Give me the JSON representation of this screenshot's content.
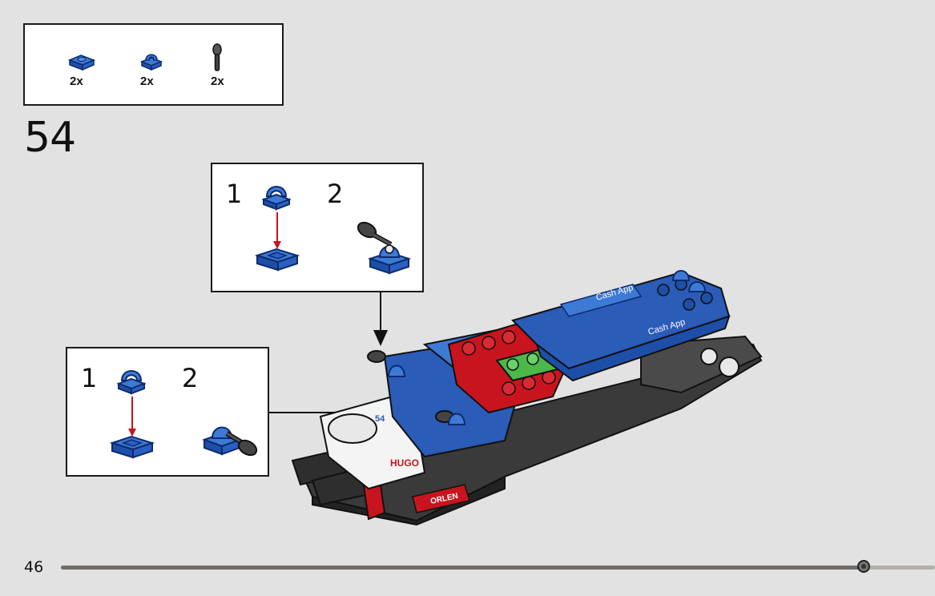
{
  "parts_list": {
    "items": [
      {
        "icon": "blue-plate-1x1-icon",
        "quantity": "2x"
      },
      {
        "icon": "blue-clip-plate-icon",
        "quantity": "2x"
      },
      {
        "icon": "black-mirror-icon",
        "quantity": "2x"
      }
    ]
  },
  "step": {
    "number": "54"
  },
  "sub_assembly_top": {
    "step_1": "1",
    "step_2": "2"
  },
  "sub_assembly_left": {
    "step_1": "1",
    "step_2": "2"
  },
  "model": {
    "decal_cash_app_top": "Cash App",
    "decal_cash_app_side": "Cash App",
    "decal_hugo": "HUGO",
    "decal_orlen": "ORLEN",
    "decal_number": "54"
  },
  "footer": {
    "page_number": "46",
    "progress": 0.918
  },
  "colors": {
    "background": "#e2e2e2",
    "blue": "#2a5cb8",
    "red": "#c8141e",
    "green": "#4cb84a",
    "black": "#333333"
  }
}
